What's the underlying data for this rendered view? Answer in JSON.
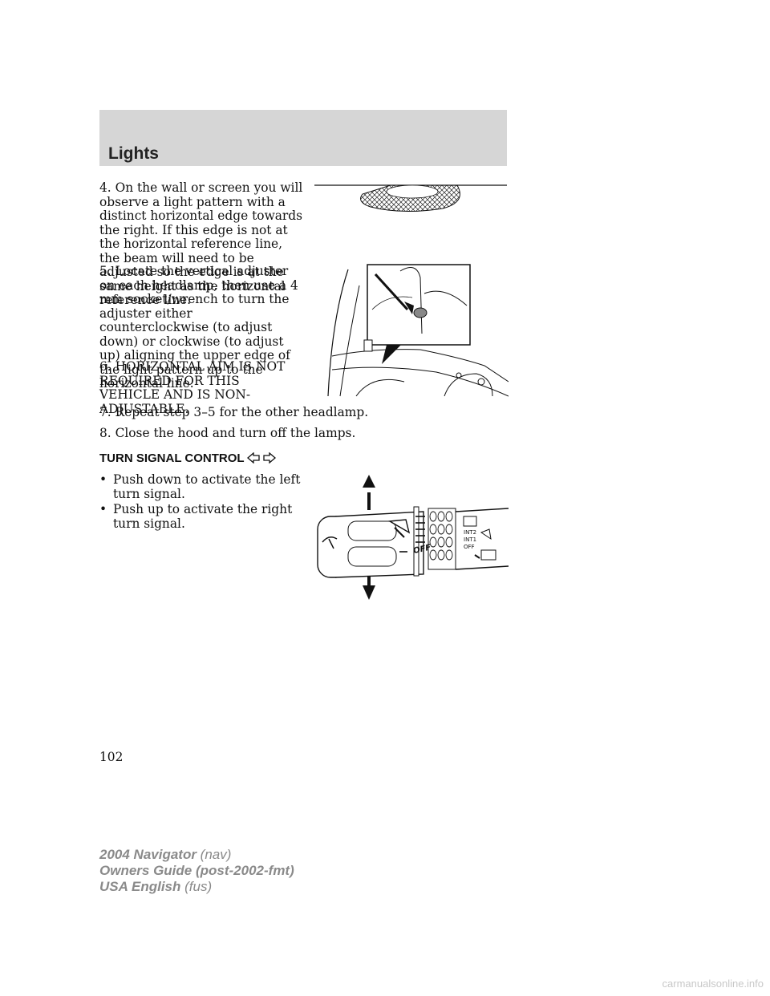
{
  "header": {
    "section_title": "Lights"
  },
  "steps": [
    {
      "id": "step4",
      "text": "4. On the wall or screen you will observe a light pattern with a distinct horizontal edge towards the right. If this edge is not at the horizontal reference line, the beam will need to be adjusted so the edge is at the same height as the horizontal reference line."
    },
    {
      "id": "step5",
      "text": "5. Locate the vertical adjuster on each headlamp, then use a 4 mm socket/wrench to turn the adjuster either counterclockwise (to adjust down) or clockwise (to adjust up) aligning the upper edge of the light pattern up to the horizontal line."
    },
    {
      "id": "step6",
      "text": "6. HORIZONTAL AIM IS NOT REQUIRED FOR THIS VEHICLE AND IS NON-ADJUSTABLE."
    },
    {
      "id": "step7",
      "text": "7. Repeat step 3–5 for the other headlamp."
    },
    {
      "id": "step8",
      "text": "8. Close the hood and turn off the lamps."
    }
  ],
  "turn_signal": {
    "heading": "TURN SIGNAL CONTROL",
    "bullets": [
      "Push down to activate the left turn signal.",
      "Push up to activate the right turn signal."
    ]
  },
  "stalk_labels": {
    "int2": "INT2",
    "int1": "INT1",
    "off_small": "OFF",
    "off_large": "OFF"
  },
  "page_number": "102",
  "footer": {
    "line1_bold": "2004 Navigator",
    "line1_light": "(nav)",
    "line2": "Owners Guide (post-2002-fmt)",
    "line3_bold": "USA English",
    "line3_light": "(fus)"
  },
  "watermark": "carmanualsonline.info"
}
